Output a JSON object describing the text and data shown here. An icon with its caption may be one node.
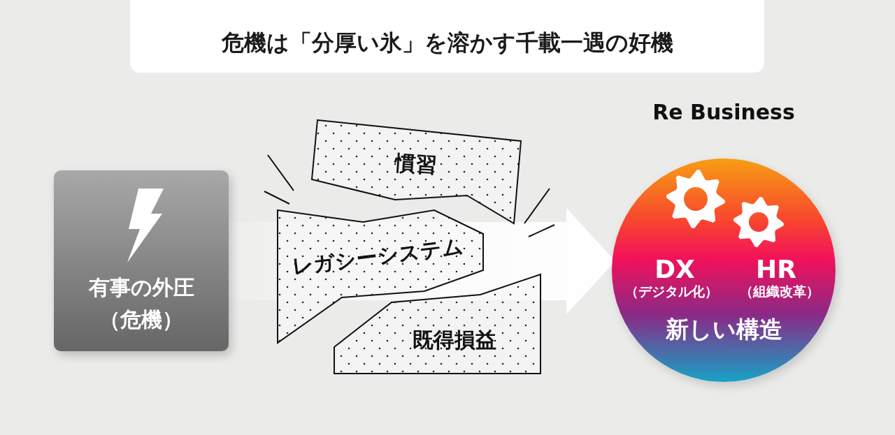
{
  "diagram": {
    "title": "危機は「分厚い氷」を溶かす千載一遇の好機",
    "nodes": [
      {
        "text": [
          "有事の外圧（危機）"
        ]
      },
      {
        "text": [
          "慣習"
        ]
      },
      {
        "text": [
          "レガシーシステム"
        ]
      },
      {
        "text": [
          "既得損益"
        ]
      },
      {
        "text": [
          "Re Business",
          "DX",
          "（デジタル化）",
          "HR",
          "（組織改革）",
          "新しい構造"
        ]
      }
    ],
    "edges": [
      {
        "from": 0,
        "to": 4,
        "arrow": "to"
      }
    ]
  }
}
